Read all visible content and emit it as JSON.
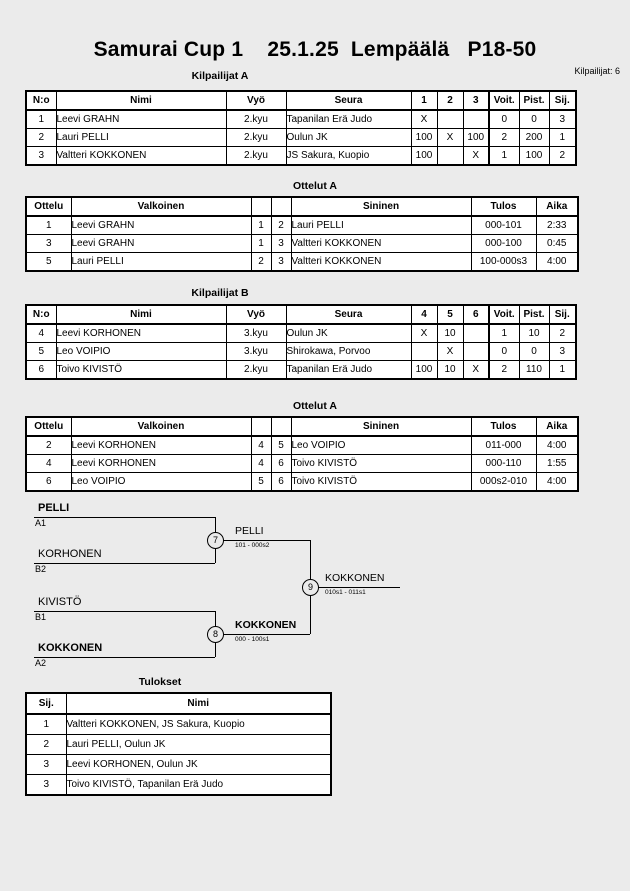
{
  "header": {
    "title": "Samurai Cup 1    25.1.25  Lempäälä   P18-50",
    "entrants": "Kilpailijat: 6"
  },
  "captions": {
    "pool_a": "Kilpailijat A",
    "matches_a": "Ottelut A",
    "pool_b": "Kilpailijat B",
    "matches_b": "Ottelut A",
    "results": "Tulokset"
  },
  "pool_a": {
    "headers": [
      "N:o",
      "Nimi",
      "Vyö",
      "Seura",
      "1",
      "2",
      "3",
      "Voit.",
      "Pist.",
      "Sij."
    ],
    "rows": [
      {
        "no": "1",
        "name": "Leevi GRAHN",
        "belt": "2.kyu",
        "club": "Tapanilan Erä Judo",
        "m1": "X",
        "m2": "",
        "m3": "",
        "wins": "0",
        "pts": "0",
        "rank": "3"
      },
      {
        "no": "2",
        "name": "Lauri PELLI",
        "belt": "2.kyu",
        "club": "Oulun JK",
        "m1": "100",
        "m2": "X",
        "m3": "100",
        "wins": "2",
        "pts": "200",
        "rank": "1"
      },
      {
        "no": "3",
        "name": "Valtteri KOKKONEN",
        "belt": "2.kyu",
        "club": "JS Sakura, Kuopio",
        "m1": "100",
        "m2": "",
        "m3": "X",
        "wins": "1",
        "pts": "100",
        "rank": "2"
      }
    ]
  },
  "pool_b": {
    "headers": [
      "N:o",
      "Nimi",
      "Vyö",
      "Seura",
      "4",
      "5",
      "6",
      "Voit.",
      "Pist.",
      "Sij."
    ],
    "rows": [
      {
        "no": "4",
        "name": "Leevi KORHONEN",
        "belt": "3.kyu",
        "club": "Oulun JK",
        "m1": "X",
        "m2": "10",
        "m3": "",
        "wins": "1",
        "pts": "10",
        "rank": "2"
      },
      {
        "no": "5",
        "name": "Leo VOIPIO",
        "belt": "3.kyu",
        "club": "Shirokawa, Porvoo",
        "m1": "",
        "m2": "X",
        "m3": "",
        "wins": "0",
        "pts": "0",
        "rank": "3"
      },
      {
        "no": "6",
        "name": "Toivo KIVISTÖ",
        "belt": "2.kyu",
        "club": "Tapanilan Erä Judo",
        "m1": "100",
        "m2": "10",
        "m3": "X",
        "wins": "2",
        "pts": "110",
        "rank": "1"
      }
    ]
  },
  "matches_a": {
    "headers": [
      "Ottelu",
      "Valkoinen",
      "",
      "",
      "Sininen",
      "Tulos",
      "Aika"
    ],
    "rows": [
      {
        "no": "1",
        "white": "Leevi GRAHN",
        "white_bold": false,
        "wn": "1",
        "bn": "2",
        "blue": "Lauri PELLI",
        "blue_bold": true,
        "result": "000-101",
        "time": "2:33"
      },
      {
        "no": "3",
        "white": "Leevi GRAHN",
        "white_bold": false,
        "wn": "1",
        "bn": "3",
        "blue": "Valtteri KOKKONEN",
        "blue_bold": true,
        "result": "000-100",
        "time": "0:45"
      },
      {
        "no": "5",
        "white": "Lauri PELLI",
        "white_bold": true,
        "wn": "2",
        "bn": "3",
        "blue": "Valtteri KOKKONEN",
        "blue_bold": false,
        "result": "100-000s3",
        "time": "4:00"
      }
    ]
  },
  "matches_b": {
    "headers": [
      "Ottelu",
      "Valkoinen",
      "",
      "",
      "Sininen",
      "Tulos",
      "Aika"
    ],
    "rows": [
      {
        "no": "2",
        "white": "Leevi KORHONEN",
        "white_bold": true,
        "wn": "4",
        "bn": "5",
        "blue": "Leo VOIPIO",
        "blue_bold": false,
        "result": "011-000",
        "time": "4:00"
      },
      {
        "no": "4",
        "white": "Leevi KORHONEN",
        "white_bold": false,
        "wn": "4",
        "bn": "6",
        "blue": "Toivo KIVISTÖ",
        "blue_bold": true,
        "result": "000-110",
        "time": "1:55"
      },
      {
        "no": "6",
        "white": "Leo VOIPIO",
        "white_bold": false,
        "wn": "5",
        "bn": "6",
        "blue": "Toivo KIVISTÖ",
        "blue_bold": true,
        "result": "000s2-010",
        "time": "4:00"
      }
    ]
  },
  "bracket": {
    "entries": [
      {
        "name": "PELLI",
        "seed": "A1",
        "bold": true
      },
      {
        "name": "KORHONEN",
        "seed": "B2",
        "bold": false
      },
      {
        "name": "KIVISTÖ",
        "seed": "B1",
        "bold": false
      },
      {
        "name": "KOKKONEN",
        "seed": "A2",
        "bold": true
      }
    ],
    "semifinals": [
      {
        "node": "7",
        "winner": "PELLI",
        "score": "101 - 000s2",
        "bold": false
      },
      {
        "node": "8",
        "winner": "KOKKONEN",
        "score": "000 - 100s1",
        "bold": true
      }
    ],
    "final": {
      "node": "9",
      "winner": "KOKKONEN",
      "score": "010s1 - 011s1",
      "bold": false
    }
  },
  "results": {
    "headers": [
      "Sij.",
      "Nimi"
    ],
    "rows": [
      {
        "rank": "1",
        "name": "Valtteri KOKKONEN, JS Sakura, Kuopio"
      },
      {
        "rank": "2",
        "name": "Lauri PELLI, Oulun JK"
      },
      {
        "rank": "3",
        "name": "Leevi KORHONEN, Oulun JK"
      },
      {
        "rank": "3",
        "name": "Toivo KIVISTÖ, Tapanilan Erä Judo"
      }
    ]
  }
}
